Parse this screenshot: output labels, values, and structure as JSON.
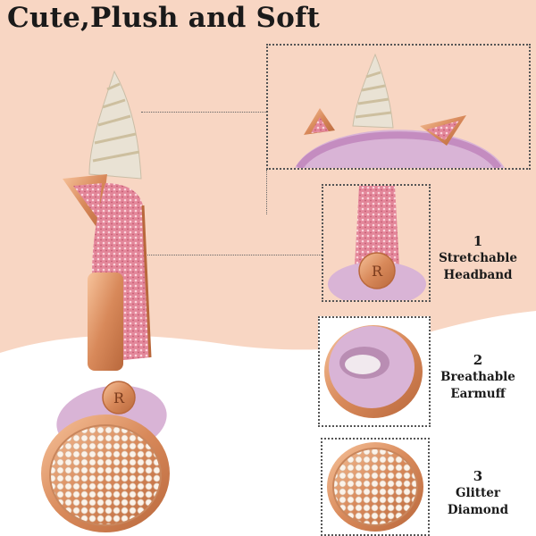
{
  "title": "Cute,Plush and Soft",
  "features": [
    {
      "number": "1",
      "label_line1": "Stretchable",
      "label_line2": "Headband"
    },
    {
      "number": "2",
      "label_line1": "Breathable",
      "label_line2": "Earmuff"
    },
    {
      "number": "3",
      "label_line1": "Glitter",
      "label_line2": "Diamond"
    }
  ],
  "logo_letter": "R",
  "colors": {
    "background_peach": "#f8d6c3",
    "wave_white": "#ffffff",
    "rose_gold": "#d8895a",
    "glitter_pink": "#e89aa8",
    "earmuff_lilac": "#d9b4d6",
    "horn_silver": "#e8e1d2"
  }
}
